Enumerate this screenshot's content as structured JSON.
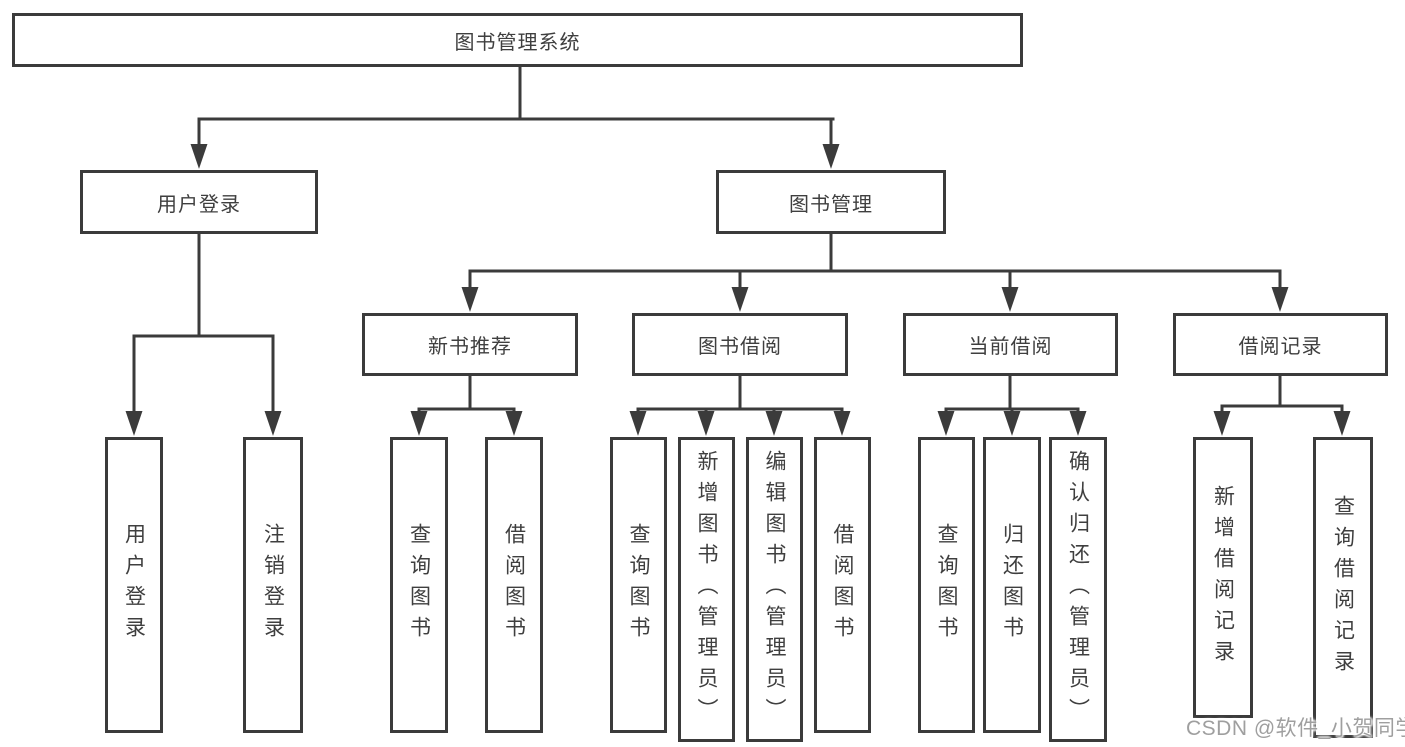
{
  "diagram": {
    "root": {
      "label": "图书管理系统"
    },
    "branches": [
      {
        "label": "用户登录",
        "children": [
          {
            "label": "用户登录"
          },
          {
            "label": "注销登录"
          }
        ]
      },
      {
        "label": "图书管理",
        "children": [
          {
            "label": "新书推荐",
            "children": [
              {
                "label": "查询图书"
              },
              {
                "label": "借阅图书"
              }
            ]
          },
          {
            "label": "图书借阅",
            "children": [
              {
                "label": "查询图书"
              },
              {
                "label": "新增图书（管理员）"
              },
              {
                "label": "编辑图书（管理员）"
              },
              {
                "label": "借阅图书"
              }
            ]
          },
          {
            "label": "当前借阅",
            "children": [
              {
                "label": "查询图书"
              },
              {
                "label": "归还图书"
              },
              {
                "label": "确认归还（管理员）"
              }
            ]
          },
          {
            "label": "借阅记录",
            "children": [
              {
                "label": "新增借阅记录"
              },
              {
                "label": "查询借阅记录"
              }
            ]
          }
        ]
      }
    ]
  },
  "watermark": {
    "text": "CSDN @软件_小贺同学",
    "color": "#9f9f9f"
  },
  "colors": {
    "line": "#3b3b3b",
    "text": "#3f3f3f",
    "background": "#ffffff"
  }
}
